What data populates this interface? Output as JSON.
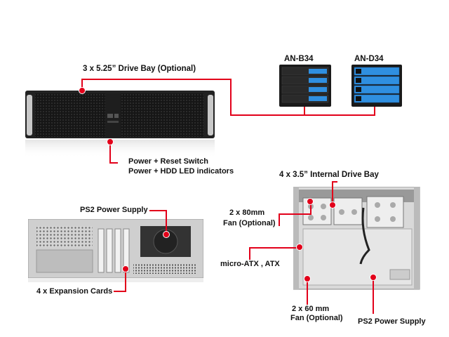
{
  "labels": {
    "drive_bay_525": "3 x 5.25” Drive Bay (Optional)",
    "model_b34": "AN-B34",
    "model_d34": "AN-D34",
    "power_reset": "Power + Reset Switch",
    "power_led": "Power + HDD LED indicators",
    "drive_bay_35": "4 x 3.5” Internal Drive Bay",
    "fan_80": "2 x 80mm",
    "fan_80_opt": "Fan (Optional)",
    "ps2_top": "PS2 Power Supply",
    "micro_atx": "micro-ATX , ATX",
    "expansion": "4 x Expansion Cards",
    "fan_60": "2 x 60 mm",
    "fan_60_opt": "Fan (Optional)",
    "ps2_bottom": "PS2 Power Supply"
  },
  "colors": {
    "accent": "#e2001a",
    "tray_blue": "#2f8fe0",
    "chassis_dark": "#1c1c1c",
    "chassis_light": "#dcdcdc"
  }
}
